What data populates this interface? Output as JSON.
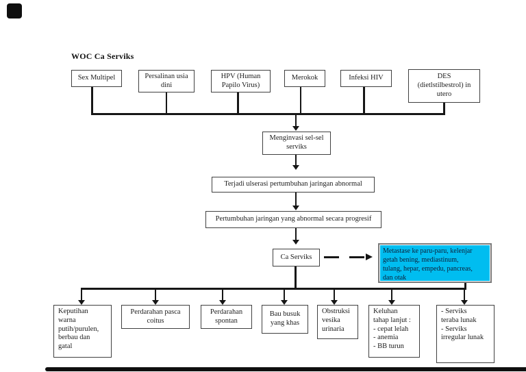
{
  "title": "WOC Ca Serviks",
  "colors": {
    "highlight_fill": "#00bdf0",
    "highlight_border": "#7b7b7b",
    "line": "#161616",
    "box_border": "#3f3f3f",
    "page_edge_artifact": "#0f0f0f"
  },
  "top_row": [
    {
      "id": "sex-multipel",
      "label": "Sex Multipel"
    },
    {
      "id": "persalinan",
      "label": "Persalinan usia\ndini"
    },
    {
      "id": "hpv",
      "label": "HPV (Human\nPapilo Virus)"
    },
    {
      "id": "merokok",
      "label": "Merokok"
    },
    {
      "id": "infeksi-hiv",
      "label": "Infeksi HIV"
    },
    {
      "id": "des",
      "label": "DES\n(dietlstilbestrol) in\nutero"
    }
  ],
  "flow": {
    "invade": "Menginvasi sel-sel\nserviks",
    "ulceration": "Terjadi ulserasi pertumbuhan jaringan abnormal",
    "growth": "Pertumbuhan jaringan yang abnormal secara progresif",
    "ca": "Ca Serviks",
    "metastasis": "Metastase ke paru-paru, kelenjar\ngetah bening, mediastinum,\ntulang, hepar, empedu, pancreas,\ndan otak"
  },
  "bottom_row": [
    {
      "id": "keputihan",
      "label": "Keputihan\nwarna\nputih/purulen,\nberbau dan\ngatal"
    },
    {
      "id": "perdarahan-pasca",
      "label": "Perdarahan pasca\ncoitus"
    },
    {
      "id": "perdarahan-spontan",
      "label": "Perdarahan\nspontan"
    },
    {
      "id": "bau-busuk",
      "label": "Bau busuk\nyang khas"
    },
    {
      "id": "obstruksi",
      "label": "Obstruksi\nvesika\nurinaria"
    },
    {
      "id": "keluhan-lanjut",
      "label": "Keluhan\ntahap lanjut :\n- cepat lelah\n- anemia\n- BB turun"
    },
    {
      "id": "serviks-teraba",
      "label": "- Serviks\nteraba lunak\n- Serviks\nirregular lunak"
    }
  ]
}
